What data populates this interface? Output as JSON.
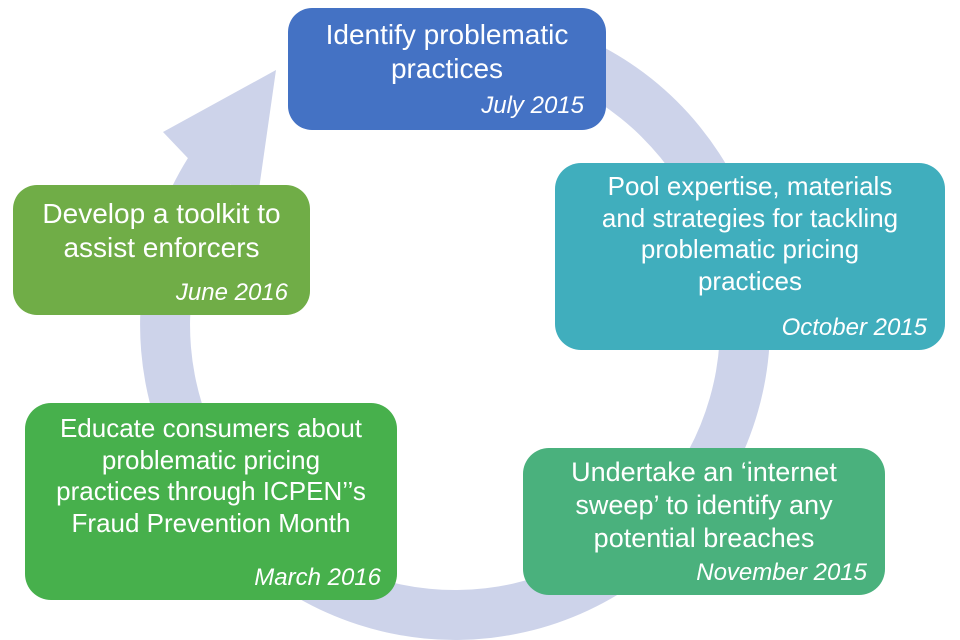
{
  "diagram": {
    "background_color": "#ffffff",
    "arrow_color": "#cdd3ea",
    "text_color": "#ffffff",
    "direction": "clockwise",
    "steps": [
      {
        "id": "identify",
        "label": "Identify problematic\npractices",
        "date": "July 2015",
        "color": "#4472c4"
      },
      {
        "id": "pool",
        "label": "Pool expertise, materials\nand strategies for tackling\nproblematic pricing\npractices",
        "date": "October 2015",
        "color": "#40aebd"
      },
      {
        "id": "sweep",
        "label": "Undertake an ‘internet\nsweep’ to identify any\npotential breaches",
        "date": "November 2015",
        "color": "#4ab17d"
      },
      {
        "id": "educate",
        "label": "Educate consumers about\nproblematic pricing\npractices through ICPEN’’s\nFraud Prevention Month",
        "date": "March 2016",
        "color": "#47b04c"
      },
      {
        "id": "toolkit",
        "label": "Develop a toolkit to\nassist enforcers",
        "date": "June 2016",
        "color": "#70ad47"
      }
    ]
  }
}
